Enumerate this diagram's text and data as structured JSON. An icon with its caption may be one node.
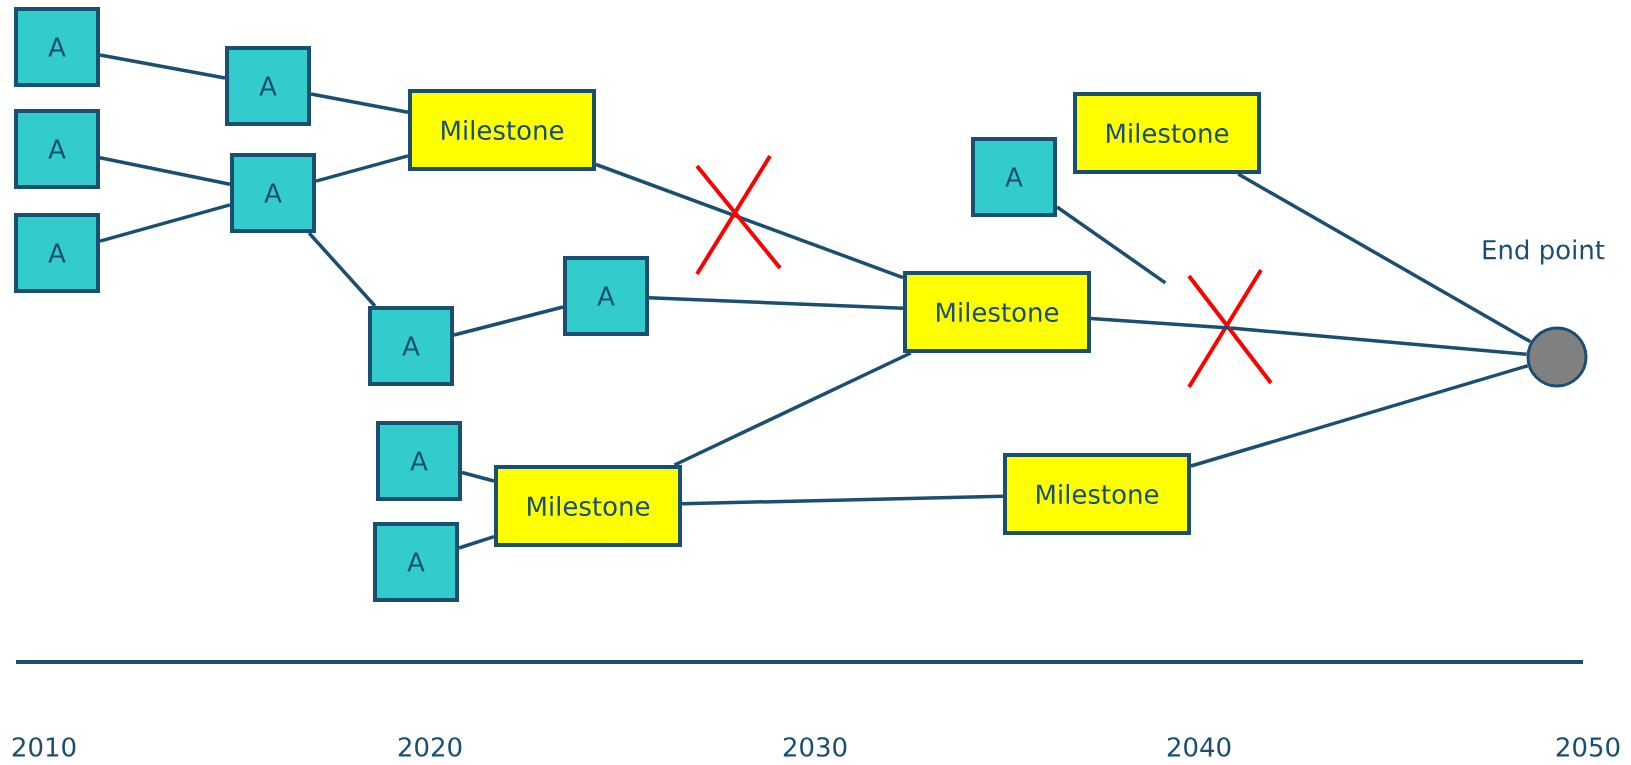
{
  "diagram": {
    "nodes": [
      {
        "text": [
          "A"
        ]
      },
      {
        "text": [
          "A"
        ]
      },
      {
        "text": [
          "A"
        ]
      },
      {
        "text": [
          "A"
        ]
      },
      {
        "text": [
          "A"
        ]
      },
      {
        "text": [
          "Milestone"
        ]
      },
      {
        "text": [
          "A"
        ]
      },
      {
        "text": [
          "A"
        ]
      },
      {
        "text": [
          "A"
        ]
      },
      {
        "text": [
          "A"
        ]
      },
      {
        "text": [
          "Milestone"
        ]
      },
      {
        "text": [
          "A"
        ]
      },
      {
        "text": [
          "Milestone"
        ]
      },
      {
        "text": [
          "Milestone"
        ]
      },
      {
        "text": [
          "Milestone"
        ]
      },
      {
        "text": [
          "End point"
        ]
      },
      {
        "text": [],
        "shape": "cross"
      }
    ],
    "edges": [
      {
        "from": 0,
        "to": 3,
        "arrow": "none"
      },
      {
        "from": 3,
        "to": 5,
        "arrow": "none"
      },
      {
        "from": 1,
        "to": 4,
        "arrow": "none"
      },
      {
        "from": 2,
        "to": 4,
        "arrow": "none"
      },
      {
        "from": 4,
        "to": 5,
        "arrow": "none"
      },
      {
        "from": 4,
        "to": 6,
        "arrow": "none"
      },
      {
        "from": 6,
        "to": 7,
        "arrow": "none"
      },
      {
        "from": 5,
        "to": 13,
        "arrow": "none"
      },
      {
        "from": 7,
        "to": 13,
        "arrow": "none"
      },
      {
        "from": 8,
        "to": 10,
        "arrow": "none"
      },
      {
        "from": 9,
        "to": 10,
        "arrow": "none"
      },
      {
        "from": 10,
        "to": 13,
        "arrow": "none"
      },
      {
        "from": 10,
        "to": 14,
        "arrow": "none"
      },
      {
        "from": 11,
        "to": 16,
        "arrow": "none"
      },
      {
        "from": 12,
        "to": 15,
        "arrow": "none"
      },
      {
        "from": 13,
        "to": 16,
        "arrow": "none"
      },
      {
        "from": 16,
        "to": 15,
        "arrow": "none"
      },
      {
        "from": 14,
        "to": 15,
        "arrow": "none"
      }
    ],
    "labels": [
      "2010",
      "2020",
      "2030",
      "2040",
      "2050"
    ]
  }
}
